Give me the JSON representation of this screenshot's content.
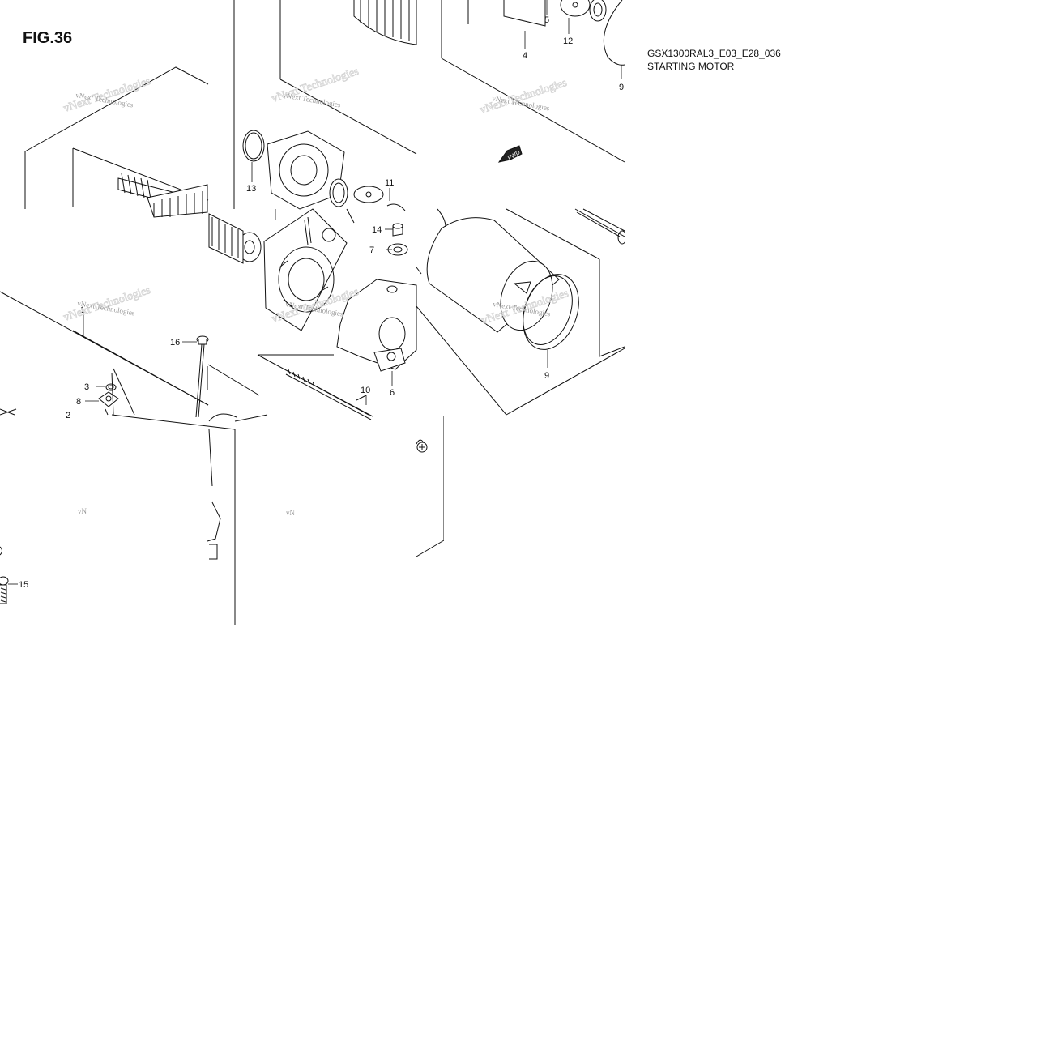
{
  "figure": {
    "number_label": "FIG.36",
    "model_code": "GSX1300RAL3_E03_E28_036",
    "title": "STARTING MOTOR",
    "direction_label": "FWD"
  },
  "watermark": {
    "text": "vNext Technologies",
    "short_text": "vN"
  },
  "callouts": [
    {
      "id": "c-1",
      "label": "1"
    },
    {
      "id": "c-2",
      "label": "2"
    },
    {
      "id": "c-3",
      "label": "3"
    },
    {
      "id": "c-4",
      "label": "4"
    },
    {
      "id": "c-5",
      "label": "5"
    },
    {
      "id": "c-6",
      "label": "6"
    },
    {
      "id": "c-7",
      "label": "7"
    },
    {
      "id": "c-8",
      "label": "8"
    },
    {
      "id": "c-9a",
      "label": "9"
    },
    {
      "id": "c-9b",
      "label": "9"
    },
    {
      "id": "c-10",
      "label": "10"
    },
    {
      "id": "c-11",
      "label": "11"
    },
    {
      "id": "c-12",
      "label": "12"
    },
    {
      "id": "c-13",
      "label": "13"
    },
    {
      "id": "c-14",
      "label": "14"
    },
    {
      "id": "c-15",
      "label": "15"
    },
    {
      "id": "c-16",
      "label": "16"
    }
  ],
  "colors": {
    "line": "#111111",
    "watermark": "#9a9a9a",
    "background": "#ffffff"
  }
}
